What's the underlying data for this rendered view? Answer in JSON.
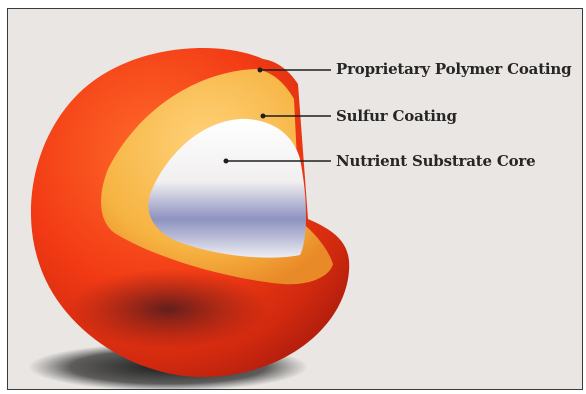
{
  "diagram": {
    "labels": [
      {
        "text": "Proprietary Polymer Coating",
        "layer": "outer"
      },
      {
        "text": "Sulfur Coating",
        "layer": "middle"
      },
      {
        "text": "Nutrient Substrate Core",
        "layer": "core"
      }
    ],
    "colors": {
      "polymer_coating": "#f23a14",
      "sulfur_coating": "#f6b341",
      "nutrient_core": "#f4f1ee",
      "core_shadow": "#7d84b6",
      "background": "#e9e6e3",
      "leader_line": "#1e1e1e"
    }
  }
}
